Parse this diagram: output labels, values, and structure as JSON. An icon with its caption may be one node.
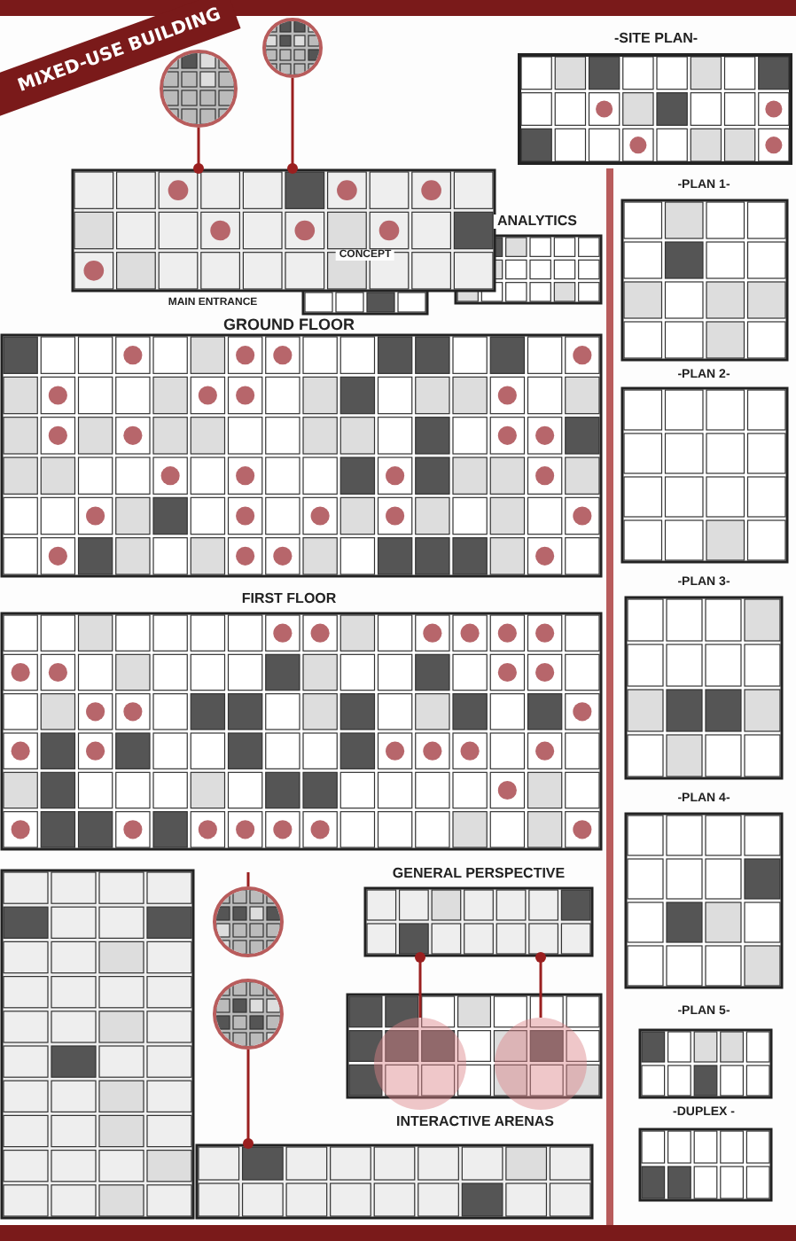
{
  "diagram": {
    "title": "MIXED-USE BUILDING",
    "nodes": [
      {
        "text": [],
        "shape": "picture"
      },
      {
        "text": [],
        "shape": "picture"
      },
      {
        "text": [],
        "shape": "picture"
      },
      {
        "text": [],
        "shape": "picture"
      },
      {
        "text": [],
        "shape": "picture"
      },
      {
        "text": [],
        "shape": "picture"
      },
      {
        "text": [],
        "shape": "circle"
      },
      {
        "text": [],
        "shape": "circle"
      },
      {
        "text": [],
        "shape": "picture"
      }
    ],
    "edges": [
      {
        "from": 1,
        "to": 0,
        "arrow": "other"
      },
      {
        "from": 2,
        "to": 0,
        "arrow": "other"
      },
      {
        "from": 3,
        "to": null,
        "arrow": "none"
      },
      {
        "from": 4,
        "to": 8,
        "arrow": "other"
      },
      {
        "from": 5,
        "to": 6,
        "arrow": "other"
      },
      {
        "from": 5,
        "to": 7,
        "arrow": "other"
      }
    ],
    "labels": [
      "-SITE PLAN-",
      "ANALYTICS",
      "CONCEPT",
      "MAIN ENTRANCE",
      "GROUND FLOOR",
      "-PLAN 1-",
      "-PLAN 2-",
      "FIRST FLOOR",
      "-PLAN 3-",
      "-PLAN 4-",
      "GENERAL PERSPECTIVE",
      "-PLAN 5-",
      "-DUPLEX -",
      "INTERACTIVE ARENAS"
    ]
  }
}
